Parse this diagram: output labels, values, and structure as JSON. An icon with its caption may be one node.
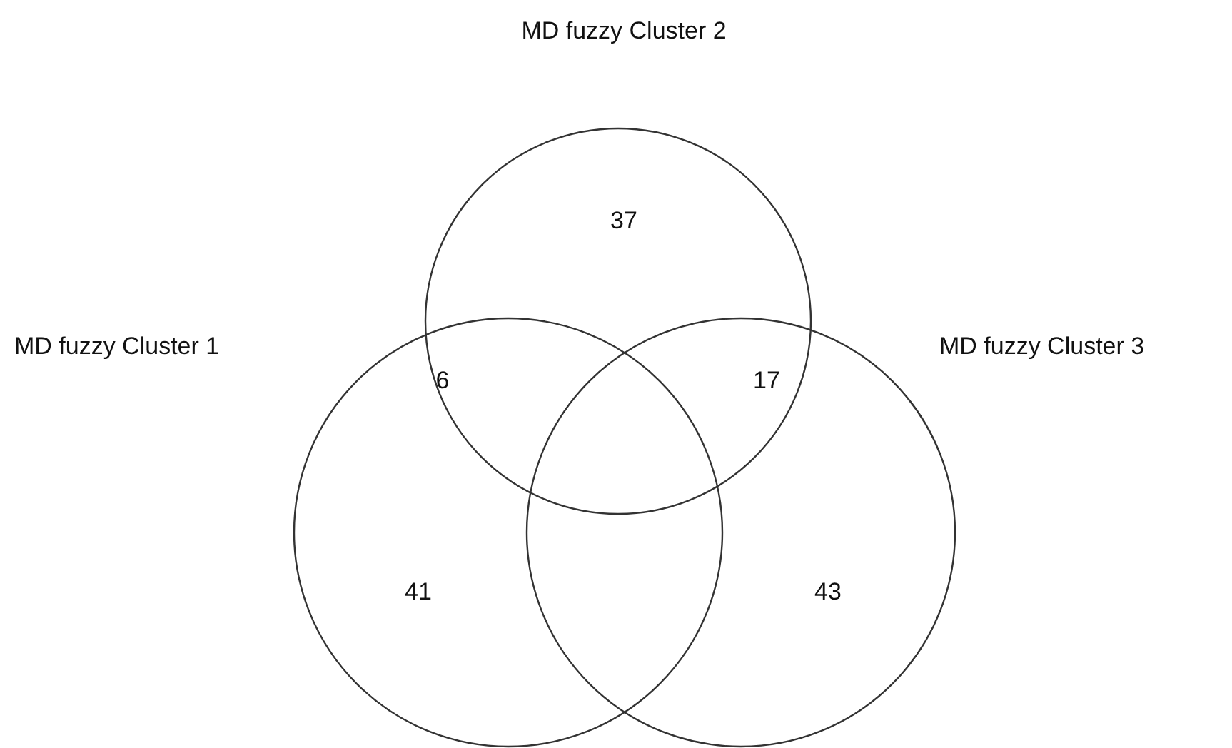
{
  "diagram": {
    "nodes": [
      {
        "text": [
          "MD fuzzy Cluster 2"
        ]
      },
      {
        "text": [
          "MD fuzzy Cluster 1"
        ]
      },
      {
        "text": [
          "MD fuzzy Cluster 3"
        ]
      }
    ],
    "labels": [
      "37",
      "6",
      "17",
      "41",
      "43"
    ]
  }
}
